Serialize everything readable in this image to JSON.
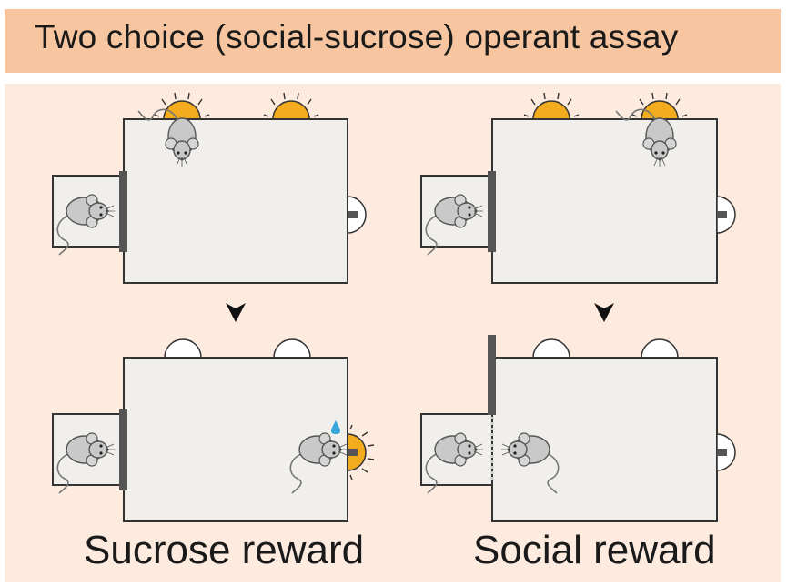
{
  "title": "Two choice (social-sucrose) operant assay",
  "captions": {
    "sucrose": "Sucrose reward",
    "social": "Social reward"
  },
  "colors": {
    "title_bg": "#f7c6a0",
    "panel_bg": "#fdebe0",
    "chamber_fill": "#f0efec",
    "light_on": "#f2ac1e",
    "water_drop": "#3aa7dc",
    "mouse_fill": "#c9c9c9",
    "door": "#555555"
  },
  "icons": [
    "mouse-icon",
    "nose-poke-light-icon",
    "arrow-down-icon",
    "water-drop-icon",
    "sliding-door-icon"
  ]
}
